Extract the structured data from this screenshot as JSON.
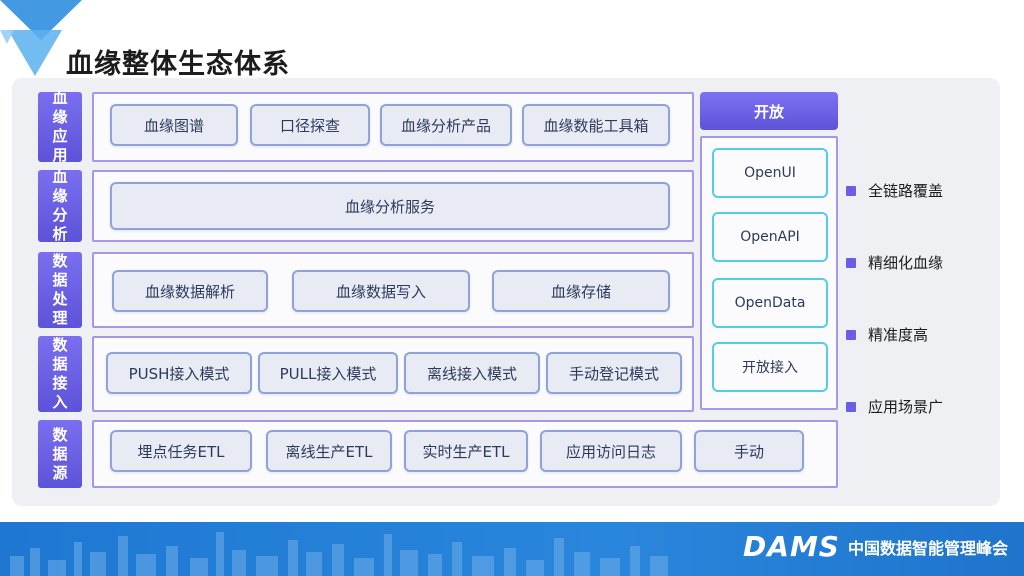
{
  "title": "血缘整体生态体系",
  "layers": [
    {
      "label": "血缘应用",
      "items": [
        "血缘图谱",
        "口径探查",
        "血缘分析产品",
        "血缘数能工具箱"
      ]
    },
    {
      "label": "血缘分析",
      "items": [
        "血缘分析服务"
      ]
    },
    {
      "label": "数据处理",
      "items": [
        "血缘数据解析",
        "血缘数据写入",
        "血缘存储"
      ]
    },
    {
      "label": "数据接入",
      "items": [
        "PUSH接入模式",
        "PULL接入模式",
        "离线接入模式",
        "手动登记模式"
      ]
    },
    {
      "label": "数据源",
      "items": [
        "埋点任务ETL",
        "离线生产ETL",
        "实时生产ETL",
        "应用访问日志",
        "手动"
      ]
    }
  ],
  "open": {
    "header": "开放",
    "items": [
      "OpenUI",
      "OpenAPI",
      "OpenData",
      "开放接入"
    ]
  },
  "features": [
    "全链路覆盖",
    "精细化血缘",
    "精准度高",
    "应用场景广"
  ],
  "footer": {
    "brand": "DAMS",
    "subtitle": "中国数据智能管理峰会"
  },
  "colors": {
    "accent_purple": "#6b5ee6",
    "open_border": "#4fd0e0",
    "footer_blue": "#1e78d2"
  }
}
